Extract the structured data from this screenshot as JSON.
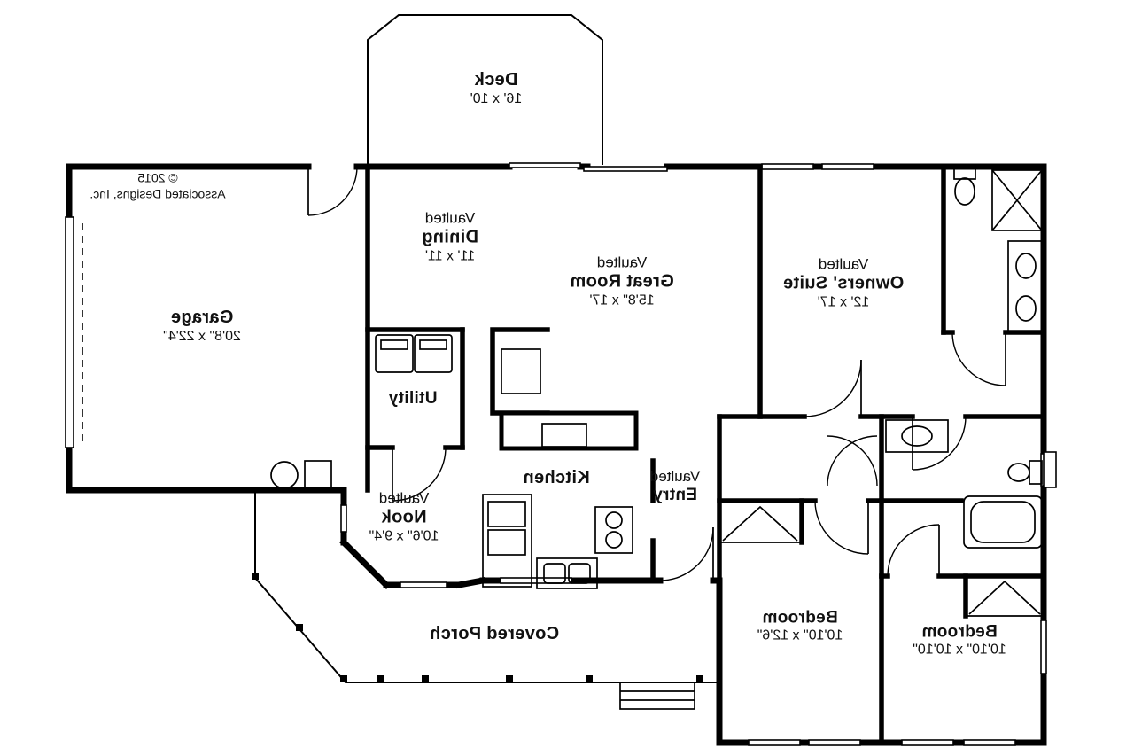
{
  "colors": {
    "ink": "#000000",
    "paper": "#ffffff"
  },
  "copyright": {
    "line1": "© 2015",
    "line2": "Associated Designs, Inc."
  },
  "rooms": {
    "deck": {
      "name": "Deck",
      "dims": "16' x 10'"
    },
    "garage": {
      "name": "Garage",
      "dims": "20'8\" x 22'4\""
    },
    "dining": {
      "prefix": "Vaulted",
      "name": "Dining",
      "dims": "11' x 11'"
    },
    "great_room": {
      "prefix": "Vaulted",
      "name": "Great Room",
      "dims": "15'8\" x 17'"
    },
    "owners_suite": {
      "prefix": "Vaulted",
      "name": "Owners' Suite",
      "dims": "12' x 17'"
    },
    "utility": {
      "name": "Utility"
    },
    "kitchen": {
      "name": "Kitchen"
    },
    "entry": {
      "prefix": "Vaulted",
      "name": "Entry"
    },
    "nook": {
      "prefix": "Vaulted",
      "name": "Nook",
      "dims": "10'6\" x 9'4\""
    },
    "porch": {
      "name": "Covered Porch"
    },
    "bedroom1": {
      "name": "Bedroom",
      "dims": "10'10\" x 12'6\""
    },
    "bedroom2": {
      "name": "Bedroom",
      "dims": "10'10\" x 10'10\""
    }
  }
}
